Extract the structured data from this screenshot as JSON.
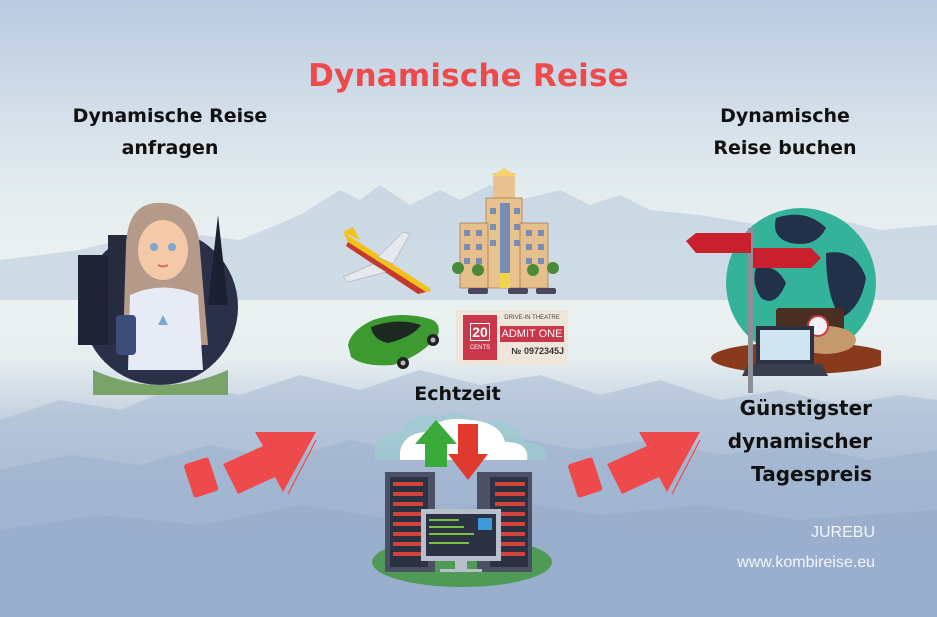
{
  "title": "Dynamische Reise",
  "steps": {
    "request": {
      "line1": "Dynamische Reise",
      "line2": "anfragen"
    },
    "realtime": {
      "label": "Echtzeit"
    },
    "book": {
      "line1": "Dynamische",
      "line2": "Reise buchen"
    },
    "price": {
      "line1": "Günstigster",
      "line2": "dynamischer",
      "line3": "Tagespreis"
    }
  },
  "services": {
    "flight": "airplane-icon",
    "hotel": "hotel-icon",
    "car": "car-icon",
    "ticket": {
      "top": "DRIVE-IN THEATRE",
      "main": "ADMIT ONE",
      "value": "20",
      "cents": "CENTS",
      "number": "№ 0972345J"
    }
  },
  "branding": {
    "company": "JUREBU",
    "website": "www.kombireise.eu"
  },
  "colors": {
    "title": "#ef4a4b",
    "arrow": "#ef4a4b",
    "up_arrow": "#3aaa3a",
    "down_arrow": "#e03a2e",
    "globe": "#35b39a",
    "text": "#111111"
  }
}
